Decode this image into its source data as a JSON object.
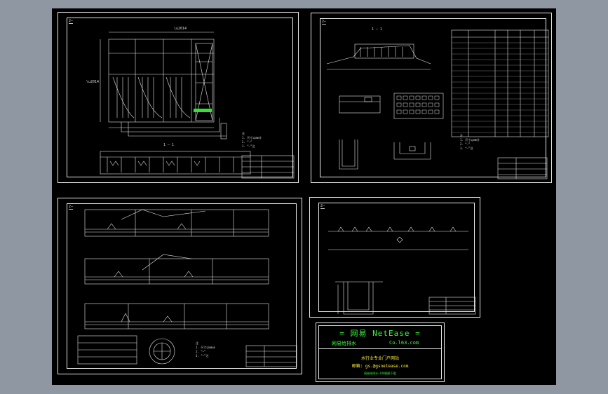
{
  "viewer": {
    "background_color": "#8f97a2",
    "canvas_color": "#000000",
    "line_color": "#e8e8e8",
    "accent_green": "#3aff3a",
    "accent_yellow": "#ffee33"
  },
  "sheets": {
    "sheet1": {
      "tag": "2—",
      "section_label": "1 — 1",
      "notes": "注\n1. 尺寸以mm计\n2. “—”\n3. “—”注"
    },
    "sheet2": {
      "tag": "2—",
      "section_label": "1 — 1",
      "notes": "注\n1. 尺寸以mm计\n2. “—”\n3. “—”注"
    },
    "sheet3": {
      "tag": "2—",
      "notes": "注\n1. 尺寸以mm计\n2. “—”\n3. “—”注"
    },
    "sheet4": {
      "tag": "2—"
    }
  },
  "netease": {
    "title": "= 网易 NetEase =",
    "left_label": "网易给排水",
    "right_label": "Co.l63.com",
    "portal": "水行业专业门户网站",
    "mail": "邮箱: gs.@gsnetease.com",
    "footer": "网易给排水—CAD图纸下载"
  }
}
